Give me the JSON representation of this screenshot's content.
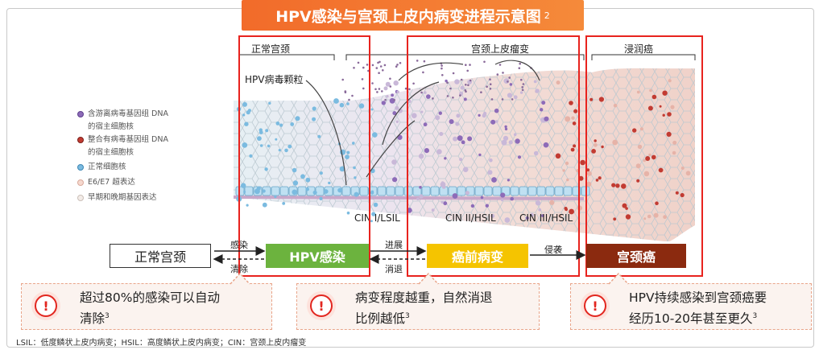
{
  "title": "HPV感染与宫颈上皮内病变进程示意图",
  "title_ref": "2",
  "top_labels": {
    "normal": "正常宫颈",
    "cin_group": "宫颈上皮瘤变",
    "invasive": "浸润癌",
    "virus": "HPV病毒颗粒"
  },
  "cin_labels": [
    "CIN I/LSIL",
    "CIN II/HSIL",
    "CIN III/HSIL"
  ],
  "legend": [
    {
      "text": "含游离病毒基因组 DNA 的宿主细胞核",
      "line1": "含游离病毒基因组 DNA",
      "line2": "的宿主细胞核",
      "color": "#8d6bb8"
    },
    {
      "text": "整合有病毒基因组 DNA 的宿主细胞核",
      "line1": "整合有病毒基因组 DNA",
      "line2": "的宿主细胞核",
      "color": "#c23b32"
    },
    {
      "text": "正常细胞核",
      "line1": "正常细胞核",
      "line2": "",
      "color": "#7bbbe0"
    },
    {
      "text": "E6/E7 超表达",
      "line1": "E6/E7 超表达",
      "line2": "",
      "color": "#f6d9cf"
    },
    {
      "text": "早期和晚期基因表达",
      "line1": "早期和晚期基因表达",
      "line2": "",
      "color": "#f3ece8"
    }
  ],
  "stages": {
    "normal": "正常宫颈",
    "hpv": "HPV感染",
    "precancer": "癌前病变",
    "cancer": "宫颈癌"
  },
  "arrows": {
    "infect": "感染",
    "clear": "清除",
    "progress": "进展",
    "regress": "消退",
    "invade": "侵袭"
  },
  "callouts": [
    {
      "line1": "超过80%的感染可以自动",
      "line2": "清除",
      "ref": "3"
    },
    {
      "line1": "病变程度越重，自然消退",
      "line2": "比例越低",
      "ref": "3"
    },
    {
      "line1": "HPV持续感染到宫颈癌要",
      "line2": "经历10-20年甚至更久",
      "ref": "3"
    }
  ],
  "colors": {
    "title_bg": "#f26b2a",
    "red_box": "#e8231e",
    "hpv_stage": "#6cb33e",
    "precancer_stage": "#f5c400",
    "cancer_stage": "#8b2a0f"
  },
  "footnote": "LSIL：低度鳞状上皮内病变；HSIL：高度鳞状上皮内病变；CIN：宫颈上皮内瘤变"
}
